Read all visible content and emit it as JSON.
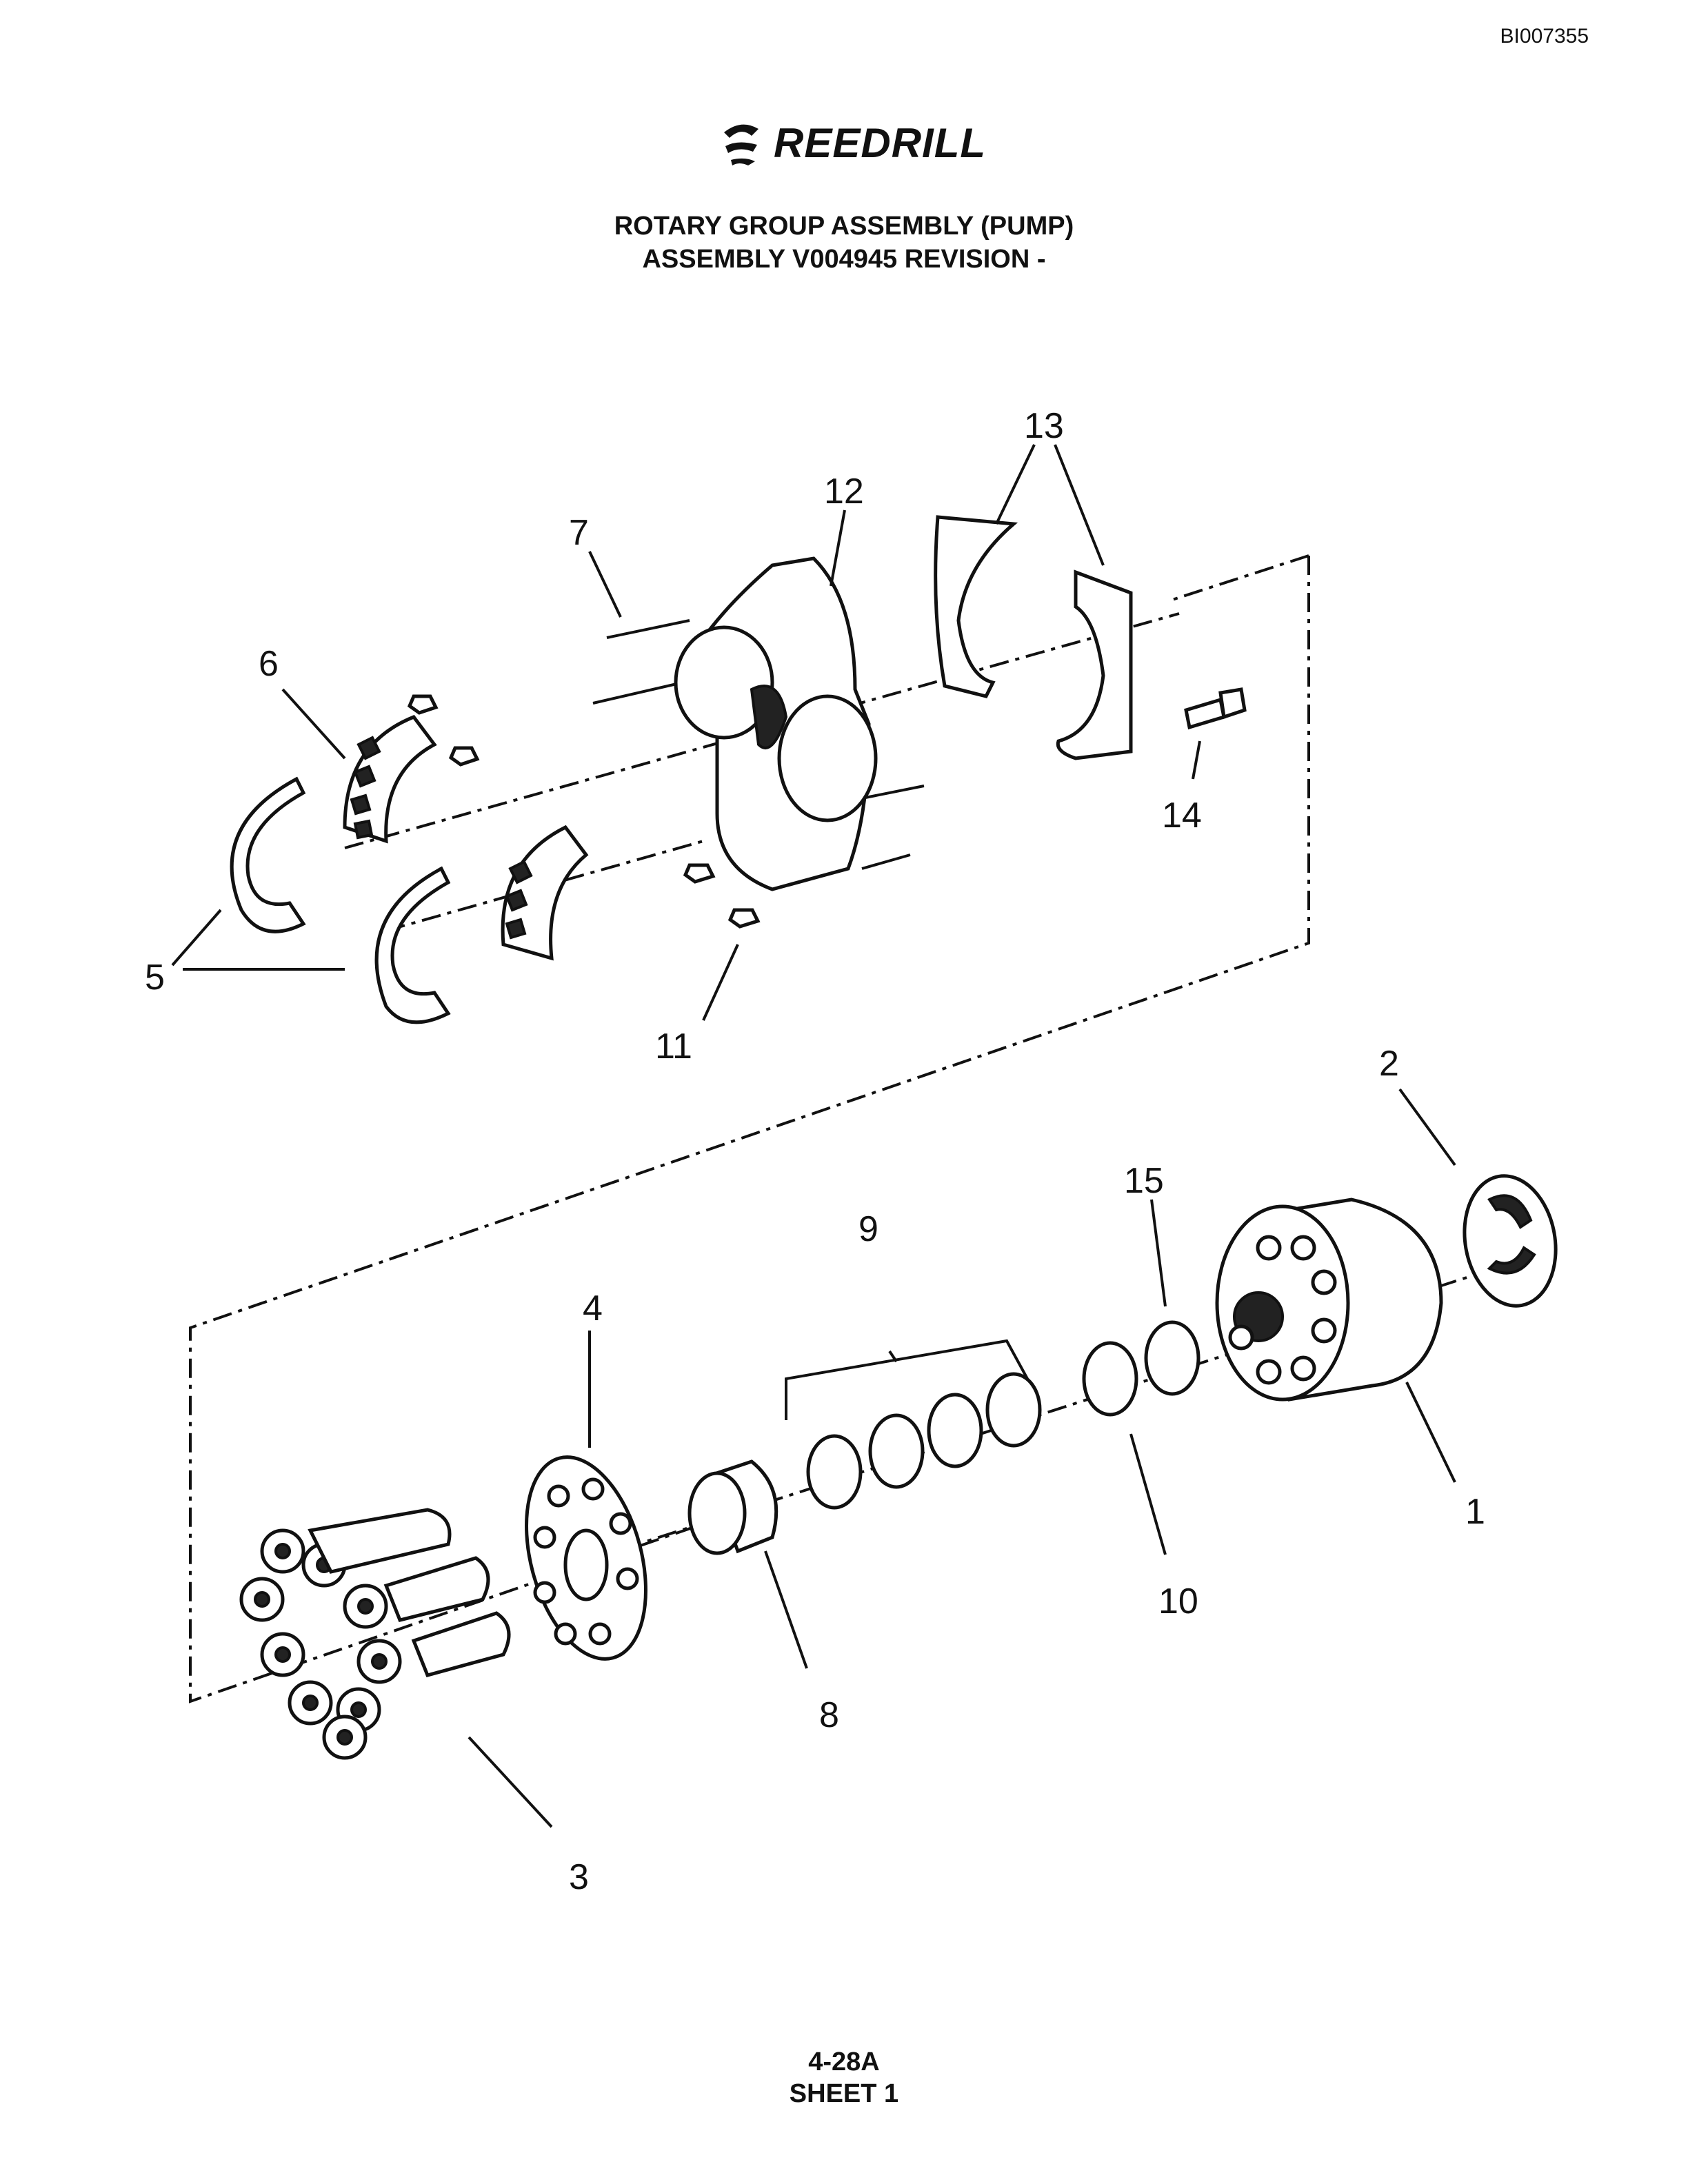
{
  "document_id": "BI007355",
  "logo_text": "REEDRILL",
  "title_line1": "ROTARY GROUP ASSEMBLY (PUMP)",
  "title_line2": "ASSEMBLY V004945 REVISION -",
  "callouts": {
    "c1": "1",
    "c2": "2",
    "c3": "3",
    "c4": "4",
    "c5": "5",
    "c6": "6",
    "c7": "7",
    "c8": "8",
    "c9": "9",
    "c10": "10",
    "c11": "11",
    "c12": "12",
    "c13": "13",
    "c14": "14",
    "c15": "15"
  },
  "footer_page": "4-28A",
  "footer_sheet": "SHEET 1"
}
